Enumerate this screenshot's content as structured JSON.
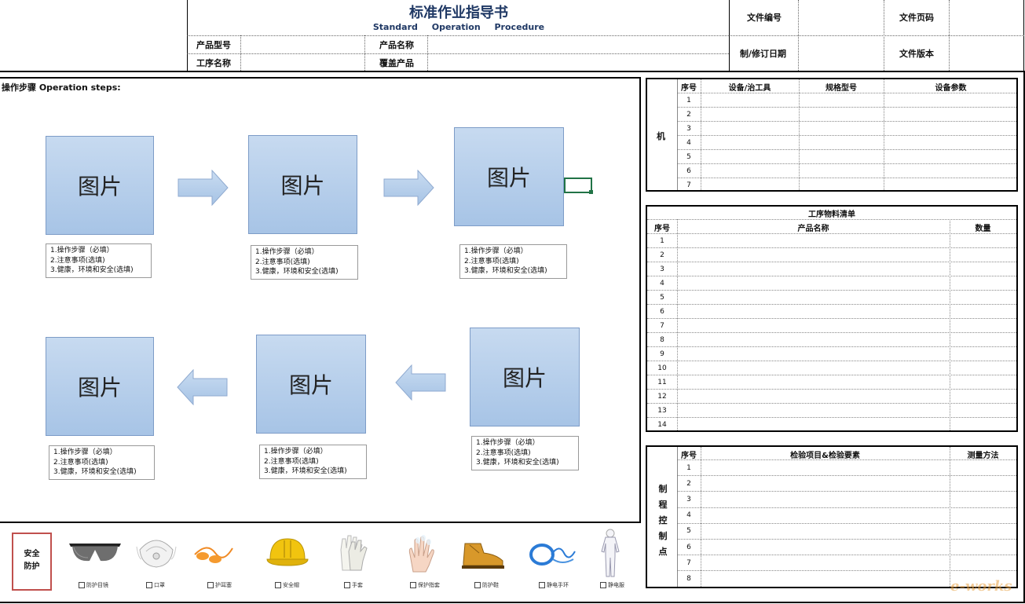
{
  "header": {
    "title": "标准作业指导书",
    "subtitle": "Standard Operation Procedure",
    "product_model_label": "产品型号",
    "product_name_label": "产品名称",
    "process_name_label": "工序名称",
    "covered_product_label": "覆盖产品",
    "doc_number_label": "文件编号",
    "doc_page_label": "文件页码",
    "revise_date_label": "制/修订日期",
    "doc_version_label": "文件版本"
  },
  "steps": {
    "title": "操作步骤 Operation steps:",
    "picture_label": "图片",
    "note_line1": "1.操作步骤（必填）",
    "note_line2": "2.注意事项(选填)",
    "note_line3": "3.健康，环境和安全(选填)"
  },
  "machine_table": {
    "side_label": "机",
    "headers": [
      "序号",
      "设备/治工具",
      "规格型号",
      "设备参数"
    ],
    "rows": [
      "1",
      "2",
      "3",
      "4",
      "5",
      "6",
      "7"
    ]
  },
  "material_table": {
    "title": "工序物料清单",
    "headers": [
      "序号",
      "产品名称",
      "数量"
    ],
    "rows": [
      "1",
      "2",
      "3",
      "4",
      "5",
      "6",
      "7",
      "8",
      "9",
      "10",
      "11",
      "12",
      "13",
      "14"
    ]
  },
  "control_table": {
    "side_label": [
      "制",
      "程",
      "控",
      "制",
      "点"
    ],
    "headers": [
      "序号",
      "检验项目&检验要素",
      "测量方法"
    ],
    "rows": [
      "1",
      "2",
      "3",
      "4",
      "5",
      "6",
      "7",
      "8"
    ]
  },
  "safety": {
    "label_line1": "安全",
    "label_line2": "防护",
    "items": [
      "防护目镜",
      "口罩",
      "护耳塞",
      "安全帽",
      "手套",
      "保护指套",
      "防护鞋",
      "静电手环",
      "静电服"
    ]
  },
  "watermark": "e-works"
}
